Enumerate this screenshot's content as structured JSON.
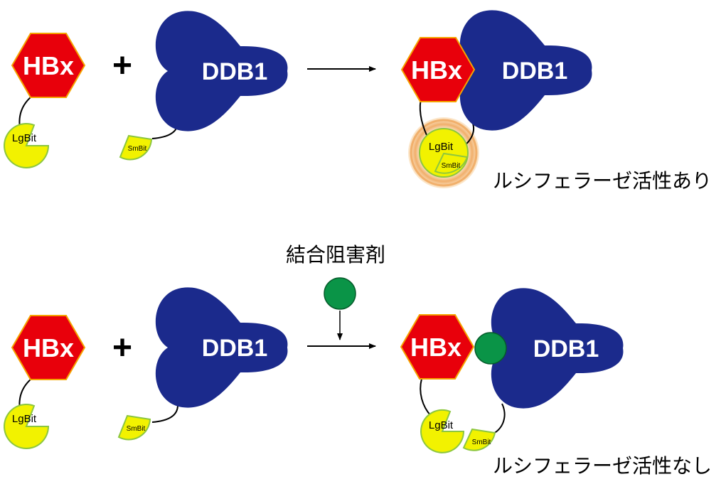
{
  "labels": {
    "hbx": "HBx",
    "ddb1": "DDB1",
    "lgbit": "LgBit",
    "smbit": "SmBit",
    "plus": "+"
  },
  "captions": {
    "top_result": "ルシフェラーゼ活性あり",
    "inhibitor": "結合阻害剤",
    "bottom_result": "ルシフェラーゼ活性なし"
  },
  "colors": {
    "hbx": "#e8000b",
    "hbx_stroke": "#f5a300",
    "ddb1": "#1b2a8c",
    "lgbit": "#f2f200",
    "lgbit_stroke": "#8cc63f",
    "inhibitor": "#0a9447",
    "glow": "#f0b060"
  }
}
